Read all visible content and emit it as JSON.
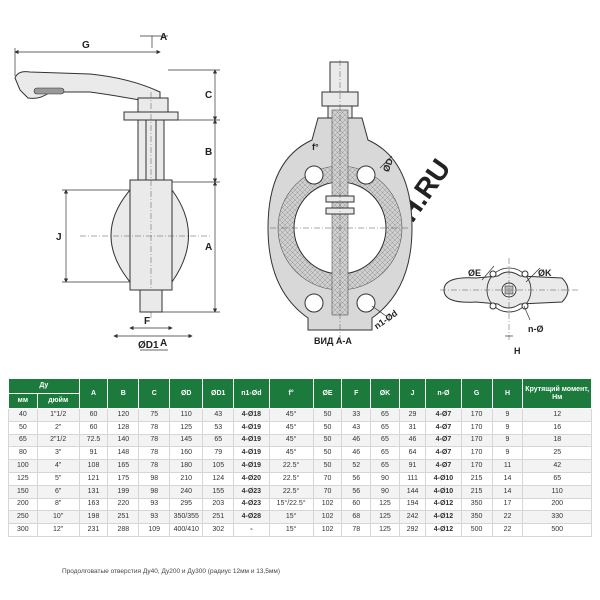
{
  "drawing": {
    "dim_labels": {
      "G": "G",
      "A_top": "A",
      "C": "C",
      "B": "B",
      "A_right": "A",
      "J": "J",
      "F": "F",
      "D1": "ØD1",
      "f": "f°",
      "D": "ØD",
      "n1d": "n1-Ød",
      "view": "ВИД А-А",
      "E": "ØE",
      "K": "ØK",
      "n": "n-Ø",
      "H": "H"
    },
    "watermark": "SANTEH.RU"
  },
  "table": {
    "headers": {
      "du": "Ду",
      "mm": "мм",
      "inch": "дюйм",
      "cols": [
        "A",
        "B",
        "C",
        "ØD",
        "ØD1",
        "n1-Ød",
        "f°",
        "ØE",
        "F",
        "ØK",
        "J",
        "n-Ø",
        "G",
        "H"
      ],
      "torque": "Крутящий момент, Нм"
    },
    "rows": [
      [
        "40",
        "1\"1/2",
        "60",
        "120",
        "75",
        "110",
        "43",
        "4-Ø18",
        "45°",
        "50",
        "33",
        "65",
        "29",
        "4-Ø7",
        "170",
        "9",
        "12"
      ],
      [
        "50",
        "2\"",
        "60",
        "128",
        "78",
        "125",
        "53",
        "4-Ø19",
        "45°",
        "50",
        "43",
        "65",
        "31",
        "4-Ø7",
        "170",
        "9",
        "16"
      ],
      [
        "65",
        "2\"1/2",
        "72.5",
        "140",
        "78",
        "145",
        "65",
        "4-Ø19",
        "45°",
        "50",
        "46",
        "65",
        "46",
        "4-Ø7",
        "170",
        "9",
        "18"
      ],
      [
        "80",
        "3\"",
        "91",
        "148",
        "78",
        "160",
        "79",
        "4-Ø19",
        "45°",
        "50",
        "46",
        "65",
        "64",
        "4-Ø7",
        "170",
        "9",
        "25"
      ],
      [
        "100",
        "4\"",
        "108",
        "165",
        "78",
        "180",
        "105",
        "4-Ø19",
        "22.5°",
        "50",
        "52",
        "65",
        "91",
        "4-Ø7",
        "170",
        "11",
        "42"
      ],
      [
        "125",
        "5\"",
        "121",
        "175",
        "98",
        "210",
        "124",
        "4-Ø20",
        "22.5°",
        "70",
        "56",
        "90",
        "111",
        "4-Ø10",
        "215",
        "14",
        "65"
      ],
      [
        "150",
        "6\"",
        "131",
        "199",
        "98",
        "240",
        "155",
        "4-Ø23",
        "22.5°",
        "70",
        "56",
        "90",
        "144",
        "4-Ø10",
        "215",
        "14",
        "110"
      ],
      [
        "200",
        "8\"",
        "163",
        "220",
        "93",
        "295",
        "203",
        "4-Ø23",
        "15°/22.5°",
        "102",
        "60",
        "125",
        "194",
        "4-Ø12",
        "350",
        "17",
        "200"
      ],
      [
        "250",
        "10\"",
        "198",
        "251",
        "93",
        "350/355",
        "251",
        "4-Ø28",
        "15°",
        "102",
        "68",
        "125",
        "242",
        "4-Ø12",
        "350",
        "22",
        "330"
      ],
      [
        "300",
        "12\"",
        "231",
        "288",
        "109",
        "400/410",
        "302",
        "-",
        "15°",
        "102",
        "78",
        "125",
        "292",
        "4-Ø12",
        "500",
        "22",
        "500"
      ]
    ],
    "footnote": "Продолговатые отверстия Ду40, Ду200 и Ду300 (радиус 12мм и 13,5мм)"
  }
}
